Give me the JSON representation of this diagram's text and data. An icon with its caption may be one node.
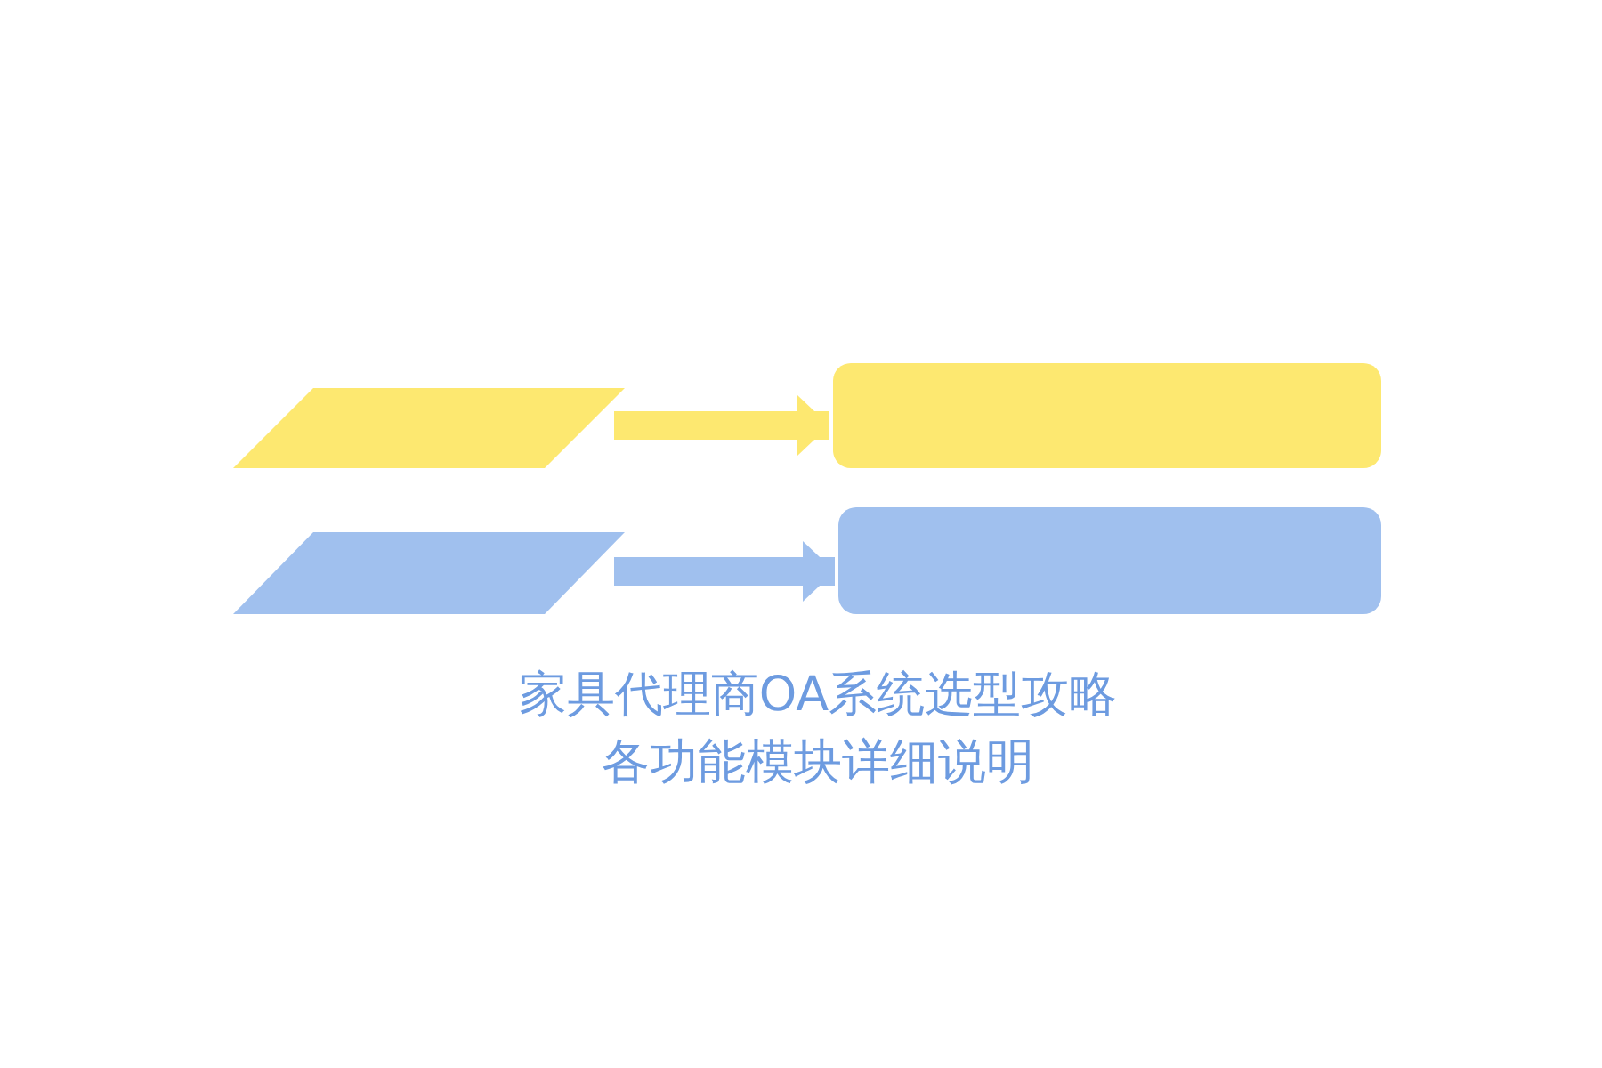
{
  "diagram": {
    "title": "家具代理商OA系统选型攻略各功能模块详细说明",
    "nodes": [
      {
        "text": [],
        "shape": "parallelogram"
      },
      {
        "text": [],
        "shape": "box"
      },
      {
        "text": [],
        "shape": "parallelogram"
      },
      {
        "text": [],
        "shape": "box"
      }
    ],
    "edges": [
      {
        "from": 0,
        "to": 1,
        "arrow": "to",
        "color": "#fde870"
      },
      {
        "from": 2,
        "to": 3,
        "arrow": "to",
        "color": "#a0c0ee"
      }
    ]
  }
}
